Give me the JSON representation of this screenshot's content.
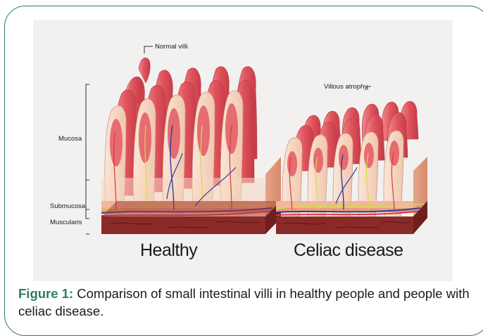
{
  "figure": {
    "labels": {
      "normal_villi": "Normal villi",
      "villous_atrophy": "Villous atrophy",
      "mucosa": "Mucosa",
      "submucosa": "Submucosa",
      "muscularis": "Muscularis",
      "healthy": "Healthy",
      "celiac": "Celiac disease"
    }
  },
  "caption": {
    "label": "Figure 1:",
    "text": " Comparison of small intestinal villi in healthy people and people with celiac disease."
  },
  "colors": {
    "accent": "#2e7d5b",
    "villus_red": "#e0535c",
    "villus_pale": "#f5d7c4",
    "muscle": "#8a2a28",
    "vein": "#2a3f9c",
    "nerve": "#d6d84a"
  }
}
